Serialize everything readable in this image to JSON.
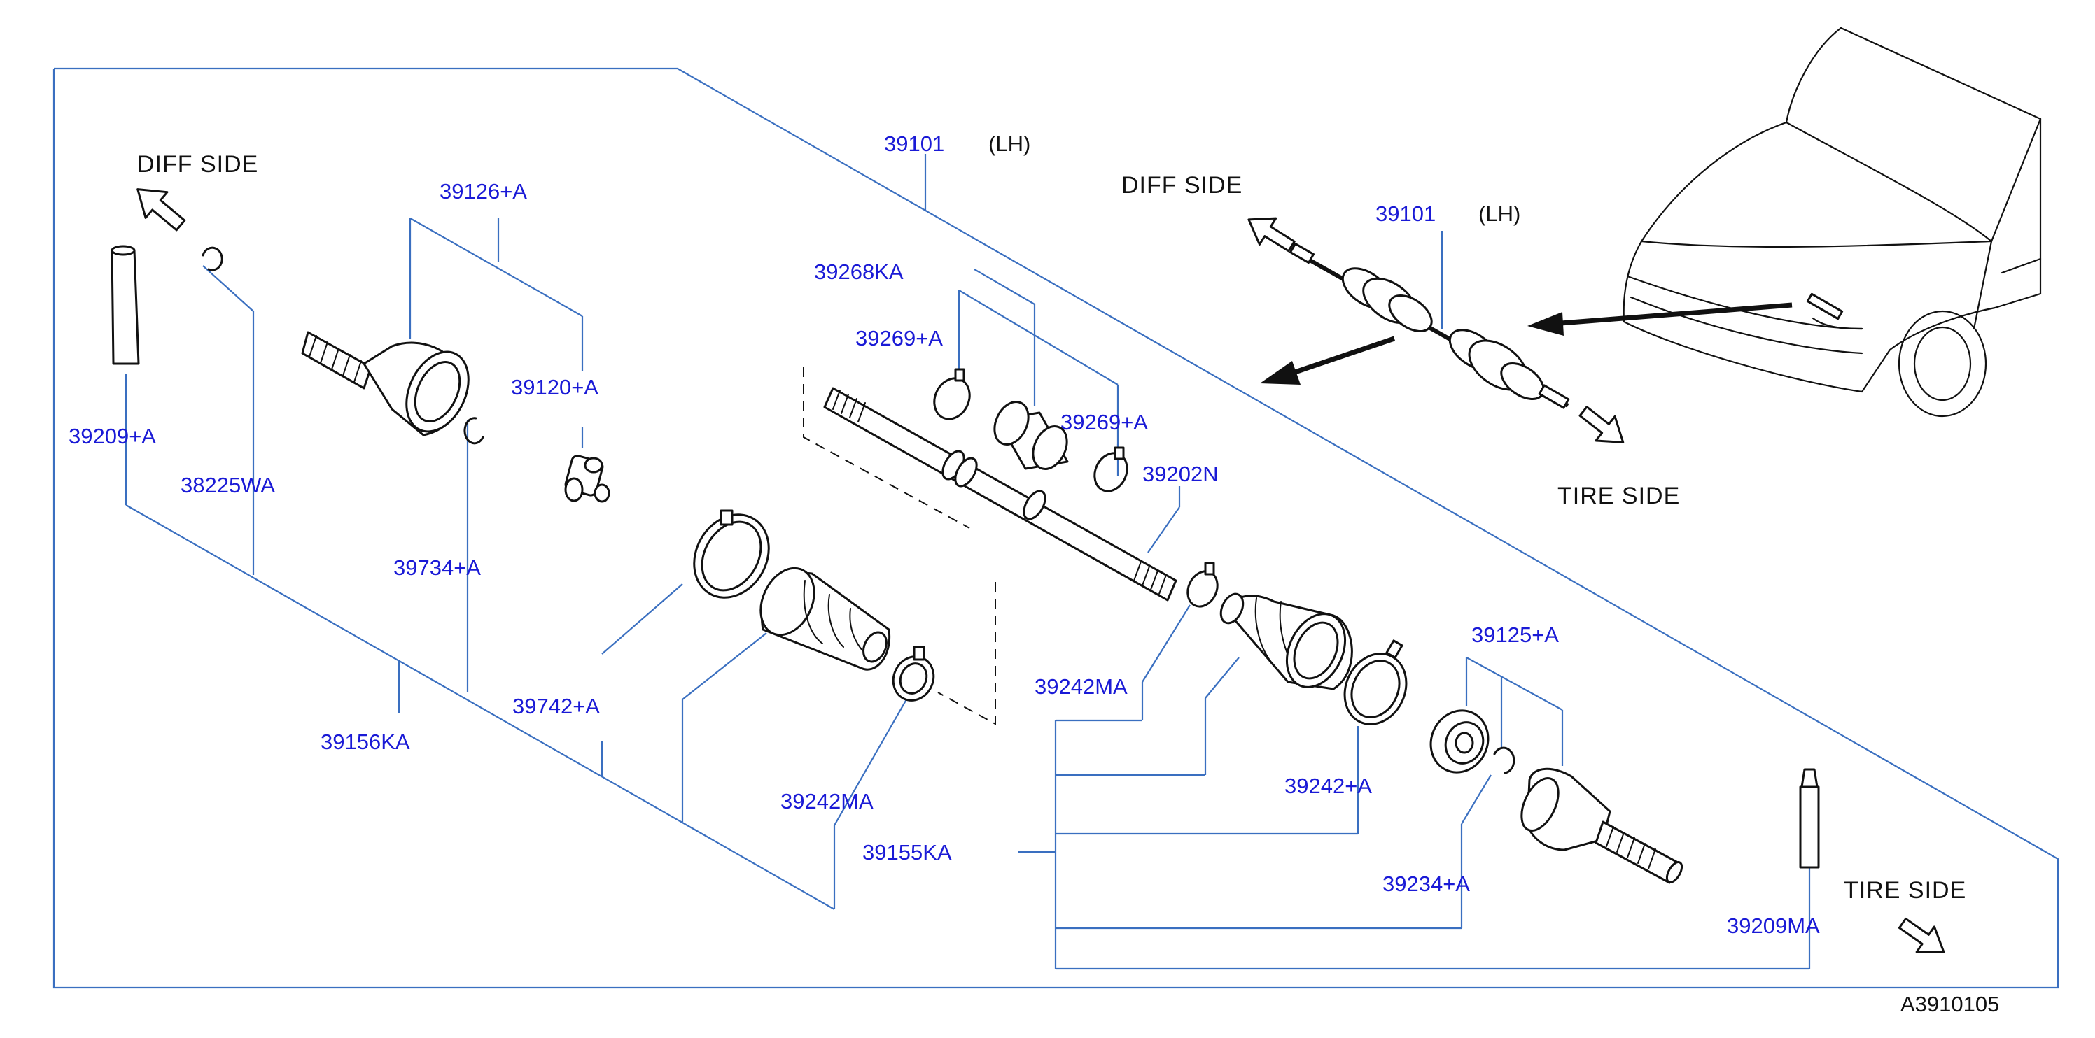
{
  "labels": {
    "p39101_main": "39101",
    "lh_main": "(LH)",
    "p39126": "39126+A",
    "p39120": "39120+A",
    "p39209a": "39209+A",
    "p38225": "38225WA",
    "p39734": "39734+A",
    "p39156": "39156KA",
    "p39742": "39742+A",
    "p39242ma_a": "39242MA",
    "p39268": "39268KA",
    "p39269_a": "39269+A",
    "p39269_b": "39269+A",
    "p39202": "39202N",
    "p39242ma_b": "39242MA",
    "p39155": "39155KA",
    "p39242a": "39242+A",
    "p39125": "39125+A",
    "p39234": "39234+A",
    "p39209ma": "39209MA",
    "p39101_inset": "39101",
    "lh_inset": "(LH)"
  },
  "directions": {
    "diff_side_left": "DIFF  SIDE",
    "diff_side_inset": "DIFF  SIDE",
    "tire_side_inset": "TIRE  SIDE",
    "tire_side_bottom": "TIRE  SIDE"
  },
  "figure_code": "A3910105",
  "icons": [
    "diff-side-arrow-icon",
    "tire-side-arrow-icon",
    "car-front-icon",
    "drive-shaft-icon"
  ],
  "colors": {
    "label": "#1a1ad6",
    "leader": "#3a6fc0",
    "drawing": "#111111"
  }
}
